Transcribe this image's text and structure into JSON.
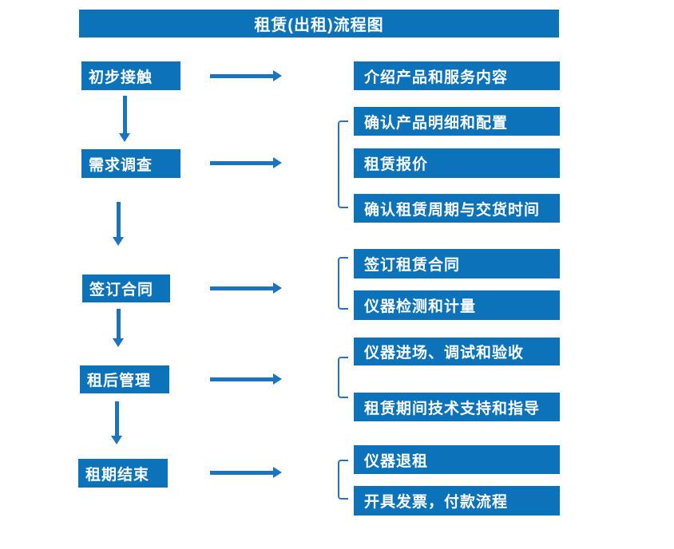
{
  "title": "租赁(出租)流程图",
  "colors": {
    "box_fill": "#0C72BA",
    "arrow": "#1B74BE",
    "bracket": "#2E74B5",
    "text_on_blue": "#FFFFFF",
    "page_bg": "#FFFFFF"
  },
  "stages": [
    {
      "label": "初步接触",
      "outputs": [
        "介绍产品和服务内容"
      ]
    },
    {
      "label": "需求调查",
      "outputs": [
        "确认产品明细和配置",
        "租赁报价",
        "确认租赁周期与交货时间"
      ]
    },
    {
      "label": "签订合同",
      "outputs": [
        "签订租赁合同",
        "仪器检测和计量"
      ]
    },
    {
      "label": "租后管理",
      "outputs": [
        "仪器进场、调试和验收",
        "租赁期间技术支持和指导"
      ]
    },
    {
      "label": "租期结束",
      "outputs": [
        "仪器退租",
        "开具发票，付款流程"
      ]
    }
  ]
}
